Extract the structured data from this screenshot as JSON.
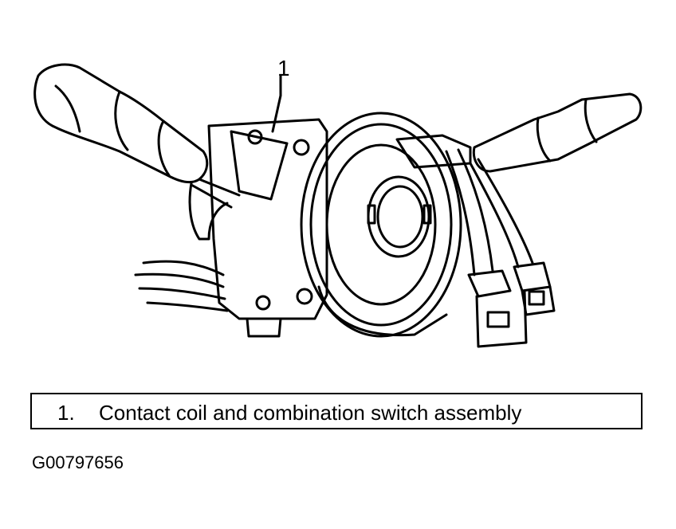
{
  "callout": {
    "number": "1"
  },
  "legend": {
    "items": [
      {
        "number": "1.",
        "text": "Contact coil and combination switch assembly"
      }
    ]
  },
  "figure_id": "G00797656",
  "icons": [
    "contact-coil-combination-switch-drawing"
  ]
}
